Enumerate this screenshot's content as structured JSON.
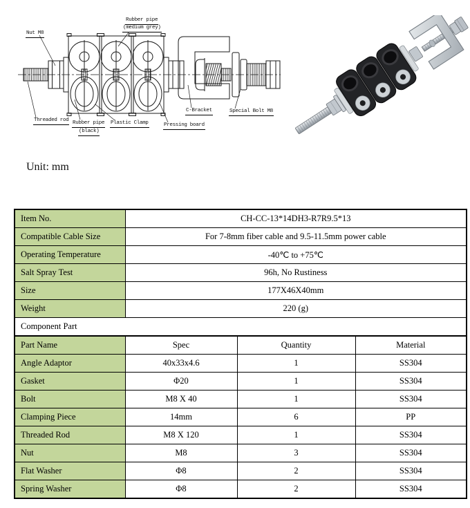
{
  "unit_label": "Unit: mm",
  "diagram": {
    "labels": {
      "nut": "Nut M8",
      "rubber_grey_1": "Rubber pipe",
      "rubber_grey_2": "(medium grey)",
      "threaded_rod": "Threaded rod",
      "rubber_black_1": "Rubber pipe",
      "rubber_black_2": "(black)",
      "plastic_clamp": "Plastic Clamp",
      "pressing_board": "Pressing board",
      "c_bracket": "C-Bracket",
      "special_bolt": "Special Bolt M8"
    }
  },
  "spec_table": {
    "rows": [
      {
        "label": "Item No.",
        "value": "CH-CC-13*14DH3-R7R9.5*13"
      },
      {
        "label": "Compatible Cable Size",
        "value": "For 7-8mm fiber cable and 9.5-11.5mm power cable"
      },
      {
        "label": "Operating Temperature",
        "value": "-40℃ to +75℃"
      },
      {
        "label": "Salt Spray Test",
        "value": "96h, No Rustiness"
      },
      {
        "label": "Size",
        "value": "177X46X40mm"
      },
      {
        "label": "Weight",
        "value": "220 (g)"
      }
    ],
    "section_label": "Component Part",
    "columns": [
      "Part Name",
      "Spec",
      "Quantity",
      "Material"
    ],
    "parts": [
      {
        "name": "Angle Adaptor",
        "spec": "40x33x4.6",
        "quantity": "1",
        "material": "SS304"
      },
      {
        "name": "Gasket",
        "spec": "Φ20",
        "quantity": "1",
        "material": "SS304"
      },
      {
        "name": "Bolt",
        "spec": "M8 X 40",
        "quantity": "1",
        "material": "SS304"
      },
      {
        "name": "Clamping Piece",
        "spec": "14mm",
        "quantity": "6",
        "material": "PP"
      },
      {
        "name": "Threaded Rod",
        "spec": "M8 X 120",
        "quantity": "1",
        "material": "SS304"
      },
      {
        "name": "Nut",
        "spec": "M8",
        "quantity": "3",
        "material": "SS304"
      },
      {
        "name": "Flat Washer",
        "spec": "Φ8",
        "quantity": "2",
        "material": "SS304"
      },
      {
        "name": "Spring Washer",
        "spec": "Φ8",
        "quantity": "2",
        "material": "SS304"
      }
    ]
  },
  "colors": {
    "label_green": "#c3d69b",
    "border": "#000000"
  }
}
